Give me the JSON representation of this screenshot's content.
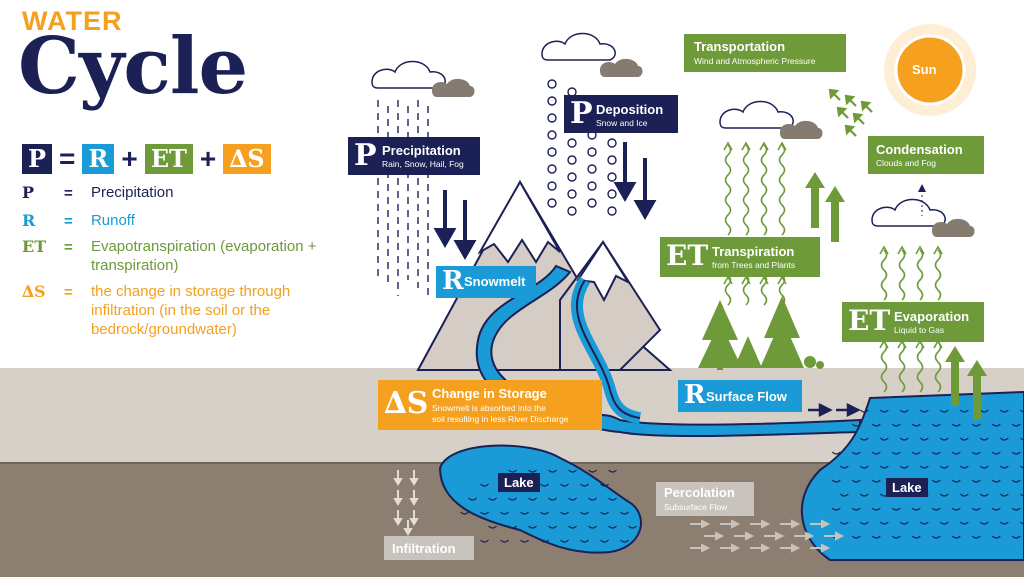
{
  "title": {
    "line1": "WATER",
    "line2": "Cycle"
  },
  "equation": {
    "p": "P",
    "eq": "=",
    "r": "R",
    "plus1": "+",
    "et": "ET",
    "plus2": "+",
    "ds": "∆S"
  },
  "legend": [
    {
      "sym": "P",
      "eq": "=",
      "text": "Precipitation",
      "color": "#1b2155"
    },
    {
      "sym": "R",
      "eq": "=",
      "text": "Runoff",
      "color": "#1a9ad6"
    },
    {
      "sym": "ET",
      "eq": "=",
      "text": "Evapotranspiration (evaporation + transpiration)",
      "color": "#6e9a3a"
    },
    {
      "sym": "∆S",
      "eq": "=",
      "text": "the change in storage through infiltration (in the soil or the bedrock/groundwater)",
      "color": "#f5a01e"
    }
  ],
  "labels": {
    "precipitation": {
      "sym": "P",
      "title": "Precipitation",
      "sub": "Rain, Snow, Hail, Fog"
    },
    "deposition": {
      "sym": "P",
      "title": "Deposition",
      "sub": "Snow and Ice"
    },
    "snowmelt": {
      "sym": "R",
      "title": "Snowmelt"
    },
    "storage": {
      "sym": "∆S",
      "title": "Change in Storage",
      "sub1": "Snowmelt is absorbed into the",
      "sub2": "soil resulting in less River Discharge"
    },
    "surface_flow": {
      "sym": "R",
      "title": "Surface Flow"
    },
    "transportation": {
      "title": "Transportation",
      "sub": "Wind and Atmospheric Pressure"
    },
    "condensation": {
      "title": "Condensation",
      "sub": "Clouds and Fog"
    },
    "transpiration": {
      "sym": "ET",
      "title": "Transpiration",
      "sub": "from Trees and Plants"
    },
    "evaporation": {
      "sym": "ET",
      "title": "Evaporation",
      "sub": "Liquid to Gas"
    },
    "percolation": {
      "title": "Percolation",
      "sub": "Subsurface Flow"
    },
    "infiltration": {
      "title": "Infiltration"
    },
    "lake_left": {
      "title": "Lake"
    },
    "lake_right": {
      "title": "Lake"
    },
    "sun": {
      "title": "Sun"
    }
  },
  "colors": {
    "navy": "#1b2155",
    "blue": "#1a9ad6",
    "green": "#6e9a3a",
    "orange": "#f5a01e",
    "sky": "#ffffff",
    "ground": "#d6d0c9",
    "soil": "#8c7f72",
    "mountain": "#d4ccc5"
  }
}
